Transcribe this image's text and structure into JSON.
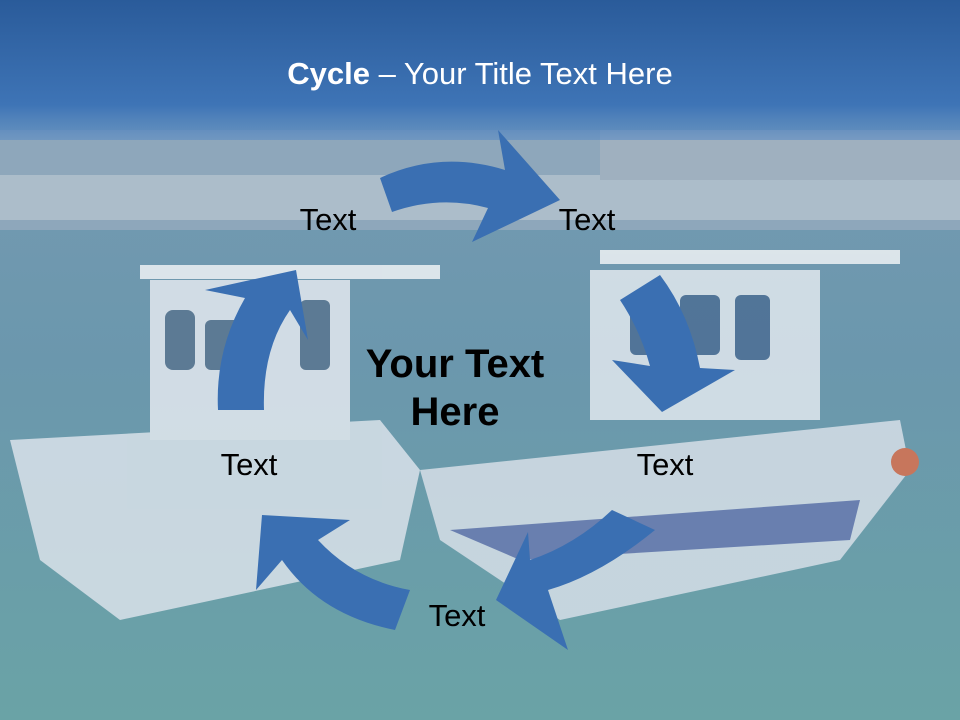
{
  "slide": {
    "title_bold": "Cycle",
    "title_rest": " – Your Title Text Here"
  },
  "diagram": {
    "center_text_line1": "Your Text",
    "center_text_line2": "Here",
    "nodes": [
      {
        "label": "Text"
      },
      {
        "label": "Text"
      },
      {
        "label": "Text"
      },
      {
        "label": "Text"
      },
      {
        "label": "Text"
      }
    ],
    "arrow_color": "#3a6fb2"
  },
  "colors": {
    "header_top": "#2d5f9e",
    "header_bottom": "#4a80c0",
    "water": "#5f8fa8"
  }
}
